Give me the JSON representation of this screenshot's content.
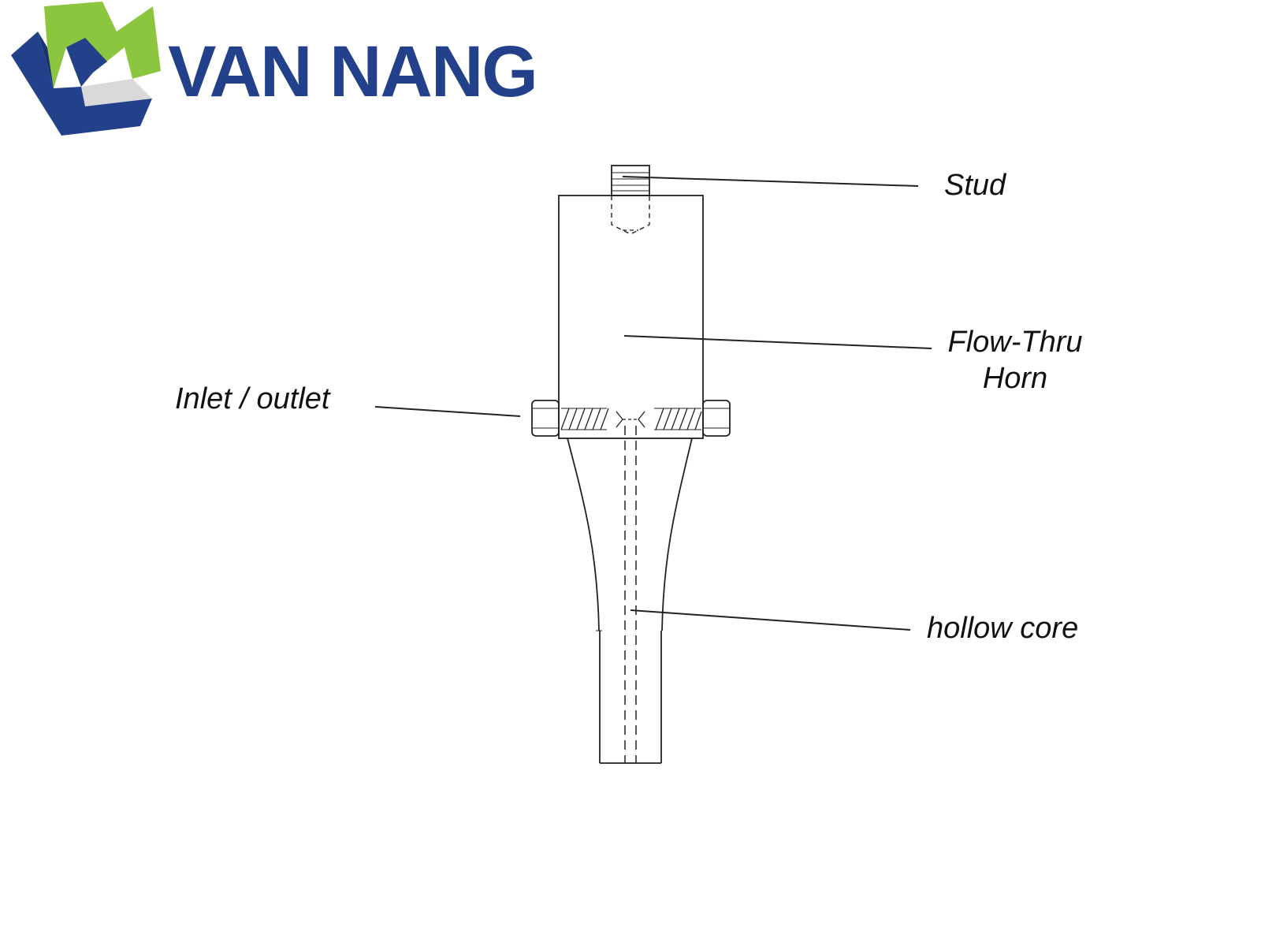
{
  "brand": {
    "name": "VAN NANG",
    "colors": {
      "blue": "#23418b",
      "green": "#8cc63f",
      "grey": "#d9d9d9"
    }
  },
  "diagram": {
    "labels": {
      "stud": "Stud",
      "flow_thru_line1": "Flow-Thru",
      "flow_thru_line2": "Horn",
      "inlet_outlet": "Inlet / outlet",
      "hollow_core": "hollow core"
    },
    "line_color": "#222222"
  }
}
